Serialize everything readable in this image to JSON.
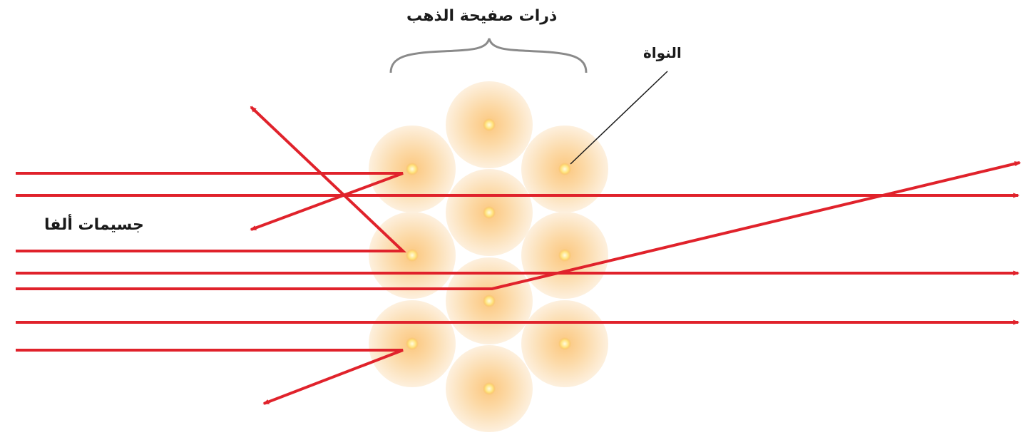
{
  "labels": {
    "gold_atoms": "ذرات صفيحة الذهب",
    "nucleus": "النواة",
    "alpha_particles": "جسيمات ألفا"
  },
  "colors": {
    "beam": "#e0222b",
    "atom_inner": "#fbd9a4",
    "atom_outer": "#fdf1e0",
    "nucleus": "#fff6c8",
    "brace": "#8a8a8a",
    "leader": "#1a1a1a"
  },
  "atoms": [
    {
      "id": "atom-1"
    },
    {
      "id": "atom-2"
    },
    {
      "id": "atom-3"
    },
    {
      "id": "atom-4"
    },
    {
      "id": "atom-5"
    },
    {
      "id": "atom-6"
    },
    {
      "id": "atom-7"
    },
    {
      "id": "atom-8"
    },
    {
      "id": "atom-9"
    },
    {
      "id": "atom-10"
    },
    {
      "id": "atom-11"
    }
  ],
  "beams": [
    {
      "id": "beam-1",
      "kind": "deflected-back"
    },
    {
      "id": "beam-2",
      "kind": "straight"
    },
    {
      "id": "beam-3",
      "kind": "reflected-back"
    },
    {
      "id": "beam-4",
      "kind": "straight"
    },
    {
      "id": "beam-5",
      "kind": "deflected-forward"
    },
    {
      "id": "beam-6",
      "kind": "straight"
    },
    {
      "id": "beam-7",
      "kind": "deflected-back"
    }
  ]
}
